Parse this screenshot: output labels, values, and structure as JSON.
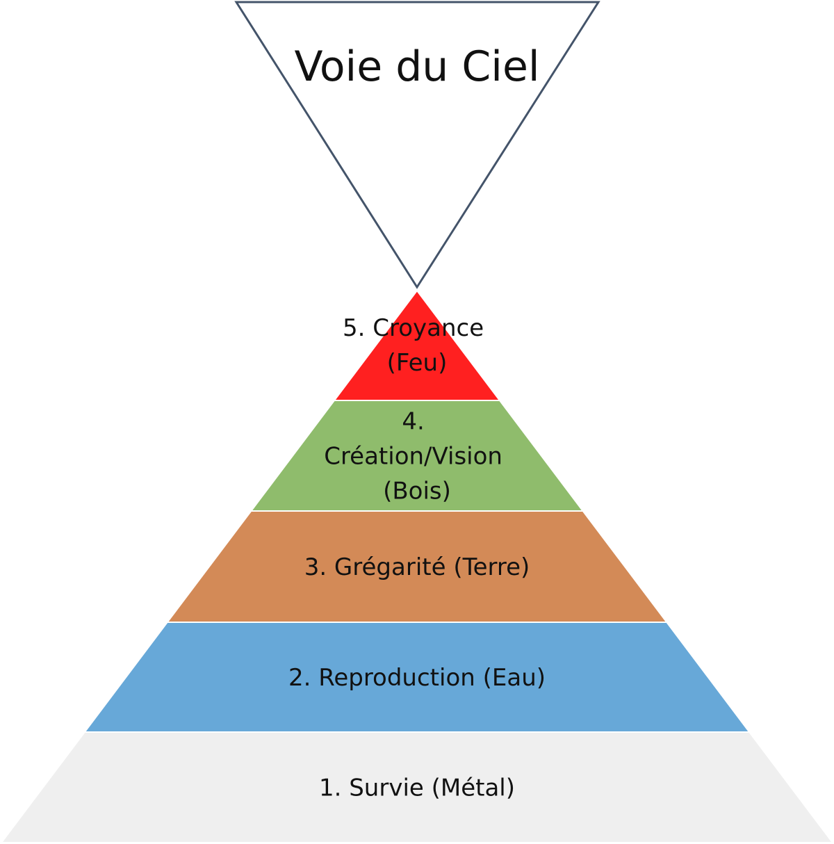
{
  "sky": {
    "label": "Voie du Ciel",
    "fill": "#ffffff",
    "stroke": "#44546a"
  },
  "levels": [
    {
      "lines": [
        "1. Survie (Métal)"
      ],
      "fill": "#efefef"
    },
    {
      "lines": [
        "2. Reproduction (Eau)"
      ],
      "fill": "#67a8d8"
    },
    {
      "lines": [
        "3. Grégarité (Terre)"
      ],
      "fill": "#d38a57"
    },
    {
      "lines": [
        "4.",
        "Création/Vision",
        "(Bois)"
      ],
      "fill": "#8fbc6c"
    },
    {
      "lines": [
        "5. Croyance",
        "(Feu)"
      ],
      "fill": "#ff2020"
    }
  ]
}
